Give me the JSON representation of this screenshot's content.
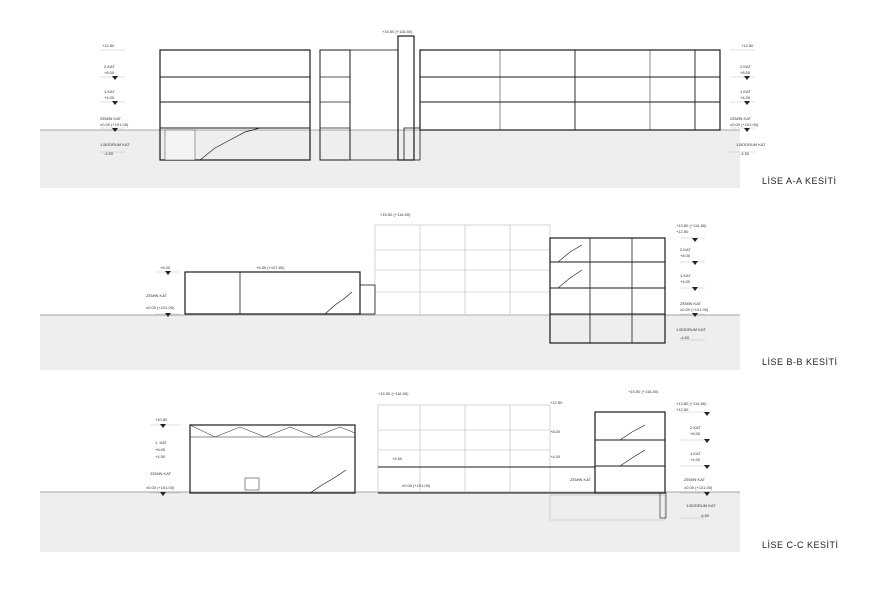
{
  "sections": [
    {
      "id": "A-A",
      "title": "LİSE A-A KESİTİ",
      "levels_left": [
        {
          "label": "+12.50"
        },
        {
          "label": "2.KAT"
        },
        {
          "label": "+8.00"
        },
        {
          "label": "1.KAT"
        },
        {
          "label": "+4.00"
        },
        {
          "label": "ZEMİN KAT"
        },
        {
          "label": "±0.00 (+101.00)"
        },
        {
          "label": "1.BODRUM KAT"
        },
        {
          "label": "-4.50"
        }
      ],
      "levels_right": [
        {
          "label": "+12.50"
        },
        {
          "label": "2.KAT"
        },
        {
          "label": "+8.00"
        },
        {
          "label": "1.KAT"
        },
        {
          "label": "+4.00"
        },
        {
          "label": "ZEMİN KAT"
        },
        {
          "label": "±0.00 (+101.00)"
        },
        {
          "label": "1.BODRUM KAT"
        },
        {
          "label": "-4.50"
        }
      ],
      "top_label": "+15.50 (+116.50)"
    },
    {
      "id": "B-B",
      "title": "LİSE B-B KESİTİ",
      "levels_left": [
        {
          "label": "+6.00"
        },
        {
          "label": "ZEMİN KAT"
        },
        {
          "label": "±0.00 (+101.00)"
        }
      ],
      "levels_right": [
        {
          "label": "+13.80 (+114.80)"
        },
        {
          "label": "+12.50"
        },
        {
          "label": "2.KAT"
        },
        {
          "label": "+8.00"
        },
        {
          "label": "1.KAT"
        },
        {
          "label": "+4.00"
        },
        {
          "label": "ZEMİN KAT"
        },
        {
          "label": "±0.00 (+101.00)"
        },
        {
          "label": "1.BODRUM KAT"
        },
        {
          "label": "-4.50"
        }
      ],
      "top_label": "+15.50 (+116.50)",
      "mid_label": "+6.80 (+107.80)"
    },
    {
      "id": "C-C",
      "title": "LİSE C-C KESİTİ",
      "levels_left": [
        {
          "label": "+10.80"
        },
        {
          "label": "1. KAT"
        },
        {
          "label": "+6.00"
        },
        {
          "label": "+4.50"
        },
        {
          "label": "ZEMİN KAT"
        },
        {
          "label": "±0.00 (+101.00)"
        }
      ],
      "levels_right": [
        {
          "label": "+13.80 (+114.80)"
        },
        {
          "label": "+12.50"
        },
        {
          "label": "2.KAT"
        },
        {
          "label": "+8.00"
        },
        {
          "label": "1.KAT"
        },
        {
          "label": "+4.00"
        },
        {
          "label": "ZEMİN KAT"
        },
        {
          "label": "±0.00 (+101.00)"
        },
        {
          "label": "1.BODRUM KAT"
        },
        {
          "label": "-4.50"
        }
      ],
      "top_label": "+15.50 (+116.50)",
      "mid_labels": [
        {
          "label": "+15.50 (+116.50)"
        },
        {
          "label": "+12.50"
        },
        {
          "label": "+8.00"
        },
        {
          "label": "+4.00"
        },
        {
          "label": "+4.50"
        },
        {
          "label": "±0.00 (+101.00)"
        },
        {
          "label": "ZEMİN KAT"
        }
      ]
    }
  ],
  "colors": {
    "line": "#1a1a1a",
    "thin": "#555555",
    "ground_fill": "#eeeeee",
    "ghost": "#bbbbbb"
  }
}
